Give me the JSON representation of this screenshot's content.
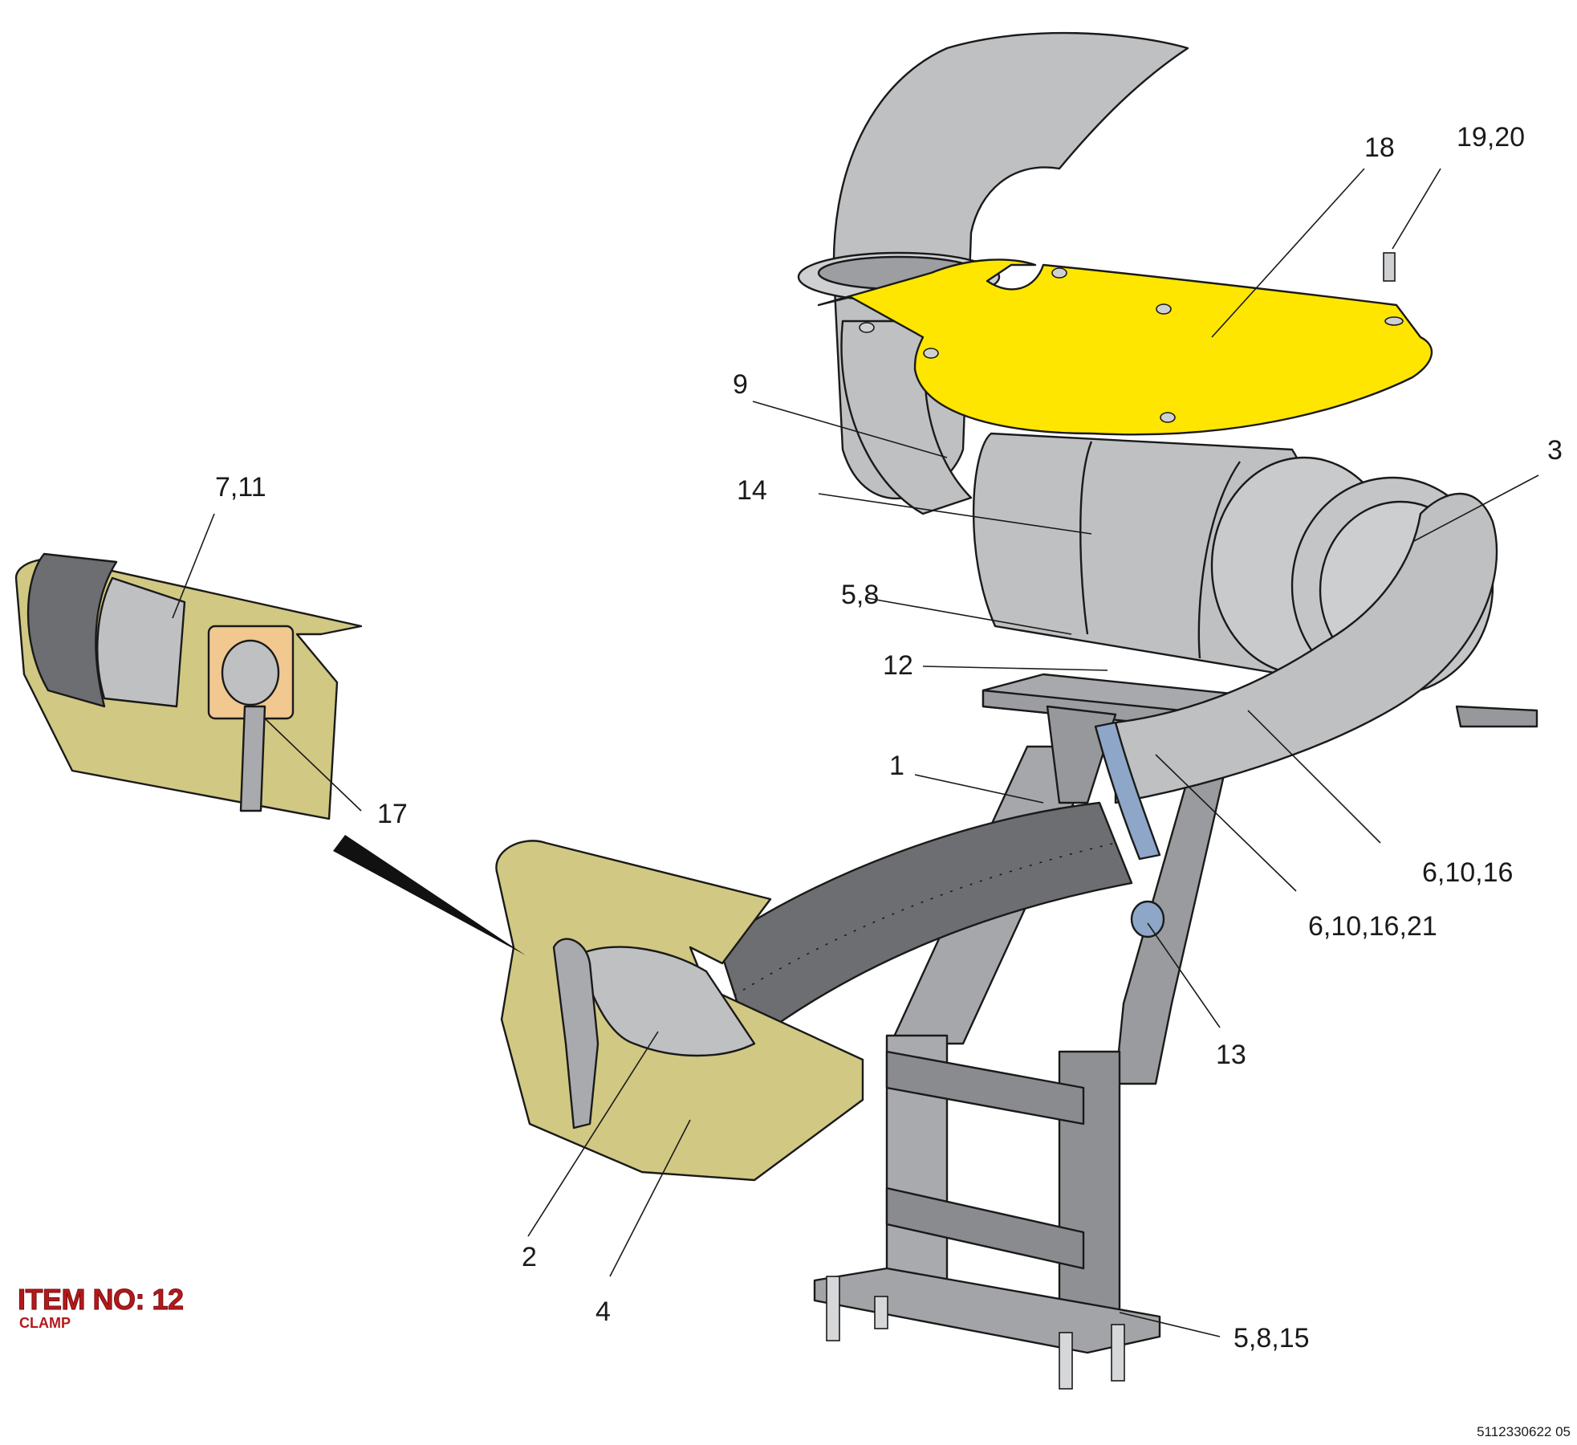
{
  "item": {
    "title": "ITEM NO: 12",
    "subtitle": "CLAMP"
  },
  "drawing_number": "5112330622 05",
  "callouts": [
    {
      "id": "c-1",
      "label": "1"
    },
    {
      "id": "c-2",
      "label": "2"
    },
    {
      "id": "c-3",
      "label": "3"
    },
    {
      "id": "c-4",
      "label": "4"
    },
    {
      "id": "c-5-8",
      "label": "5,8"
    },
    {
      "id": "c-5-8-15",
      "label": "5,8,15"
    },
    {
      "id": "c-6-10-16",
      "label": "6,10,16"
    },
    {
      "id": "c-6-10-16-21",
      "label": "6,10,16,21"
    },
    {
      "id": "c-7-11",
      "label": "7,11"
    },
    {
      "id": "c-9",
      "label": "9"
    },
    {
      "id": "c-12",
      "label": "12"
    },
    {
      "id": "c-13",
      "label": "13"
    },
    {
      "id": "c-14",
      "label": "14"
    },
    {
      "id": "c-17",
      "label": "17"
    },
    {
      "id": "c-18",
      "label": "18"
    },
    {
      "id": "c-19-20",
      "label": "19,20"
    }
  ],
  "colors": {
    "pipe": "#bfc0c2",
    "frame": "#9fa0a3",
    "heat_shield": "#d1c883",
    "cover_plate": "#ffe600",
    "strap": "#e2dca0",
    "bracket": "#5a6e99",
    "clamp_ring": "#8ea6c8",
    "gasket": "#f0c890",
    "title_red": "#b3191c"
  }
}
